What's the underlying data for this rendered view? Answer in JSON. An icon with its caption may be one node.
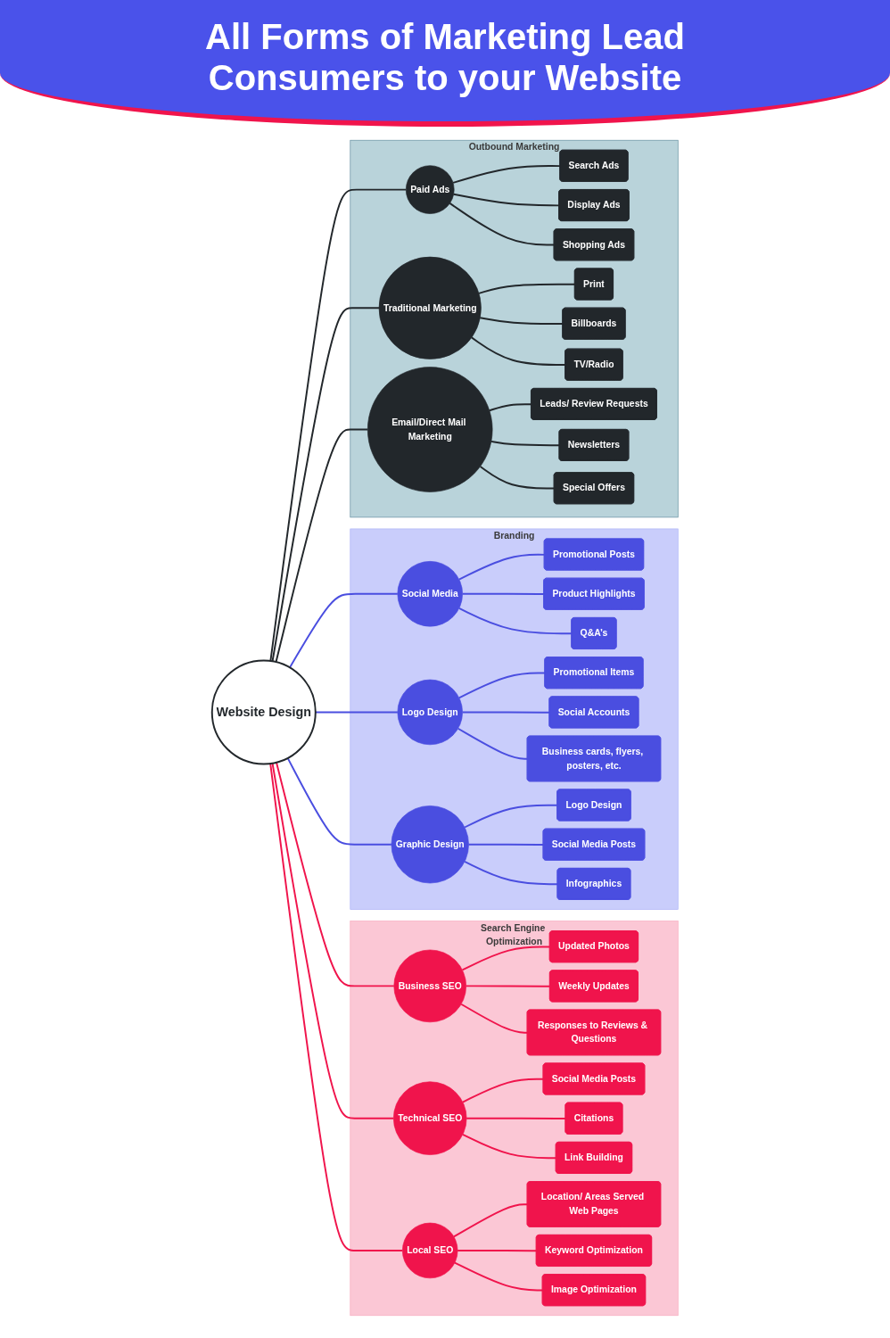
{
  "diagram": {
    "title": "All Forms of Marketing Lead Consumers to your Website",
    "nodes": [
      {
        "text": [
          "Website Design"
        ]
      },
      {
        "text": [
          "Search Engine Optimization"
        ]
      },
      {
        "text": [
          "Business SEO"
        ],
        "in": 1
      },
      {
        "text": [
          "Updated Photos"
        ],
        "in": 1
      },
      {
        "text": [
          "Weekly Updates"
        ],
        "in": 1
      },
      {
        "text": [
          "Responses to Reviews & Questions"
        ],
        "in": 1
      },
      {
        "text": [
          "Technical SEO"
        ],
        "in": 1
      },
      {
        "text": [
          "Social Media Posts"
        ],
        "in": 1
      },
      {
        "text": [
          "Citations"
        ],
        "in": 1
      },
      {
        "text": [
          "Link Building"
        ],
        "in": 1
      },
      {
        "text": [
          "Local SEO"
        ],
        "in": 1
      },
      {
        "text": [
          "Location/ Areas Served Web Pages"
        ],
        "in": 1
      },
      {
        "text": [
          "Keyword Optimization"
        ],
        "in": 1
      },
      {
        "text": [
          "Image Optimization"
        ],
        "in": 1
      },
      {
        "text": [
          "Branding"
        ]
      },
      {
        "text": [
          "Social Media"
        ],
        "in": 14
      },
      {
        "text": [
          "Promotional Posts"
        ],
        "in": 14
      },
      {
        "text": [
          "Product Highlights"
        ],
        "in": 14
      },
      {
        "text": [
          "Q&A’s"
        ],
        "in": 14
      },
      {
        "text": [
          "Logo Design"
        ],
        "in": 14
      },
      {
        "text": [
          "Promotional Items"
        ],
        "in": 14
      },
      {
        "text": [
          "Social Accounts"
        ],
        "in": 14
      },
      {
        "text": [
          "Business cards, flyers, posters, etc."
        ],
        "in": 14
      },
      {
        "text": [
          "Graphic Design"
        ],
        "in": 14
      },
      {
        "text": [
          "Logo Design"
        ],
        "in": 14
      },
      {
        "text": [
          "Social Media Posts"
        ],
        "in": 14
      },
      {
        "text": [
          "Infographics"
        ],
        "in": 14
      },
      {
        "text": [
          "Outbound Marketing"
        ]
      },
      {
        "text": [
          "Paid Ads"
        ],
        "in": 27
      },
      {
        "text": [
          "Search Ads"
        ],
        "in": 27
      },
      {
        "text": [
          "Display Ads"
        ],
        "in": 27
      },
      {
        "text": [
          "Shopping Ads"
        ],
        "in": 27
      },
      {
        "text": [
          "Traditional Marketing"
        ],
        "in": 27
      },
      {
        "text": [
          "Print"
        ],
        "in": 27
      },
      {
        "text": [
          "Billboards"
        ],
        "in": 27
      },
      {
        "text": [
          "TV/Radio"
        ],
        "in": 27
      },
      {
        "text": [
          "Email/Direct Mail Marketing"
        ],
        "in": 27
      },
      {
        "text": [
          "Leads/ Review Requests"
        ],
        "in": 27
      },
      {
        "text": [
          "Newsletters"
        ],
        "in": 27
      },
      {
        "text": [
          "Special Offers"
        ],
        "in": 27
      }
    ],
    "edges": [
      {
        "from": 0,
        "to": 2,
        "arrow": "none",
        "color": "#f0144c"
      },
      {
        "from": 2,
        "to": 3,
        "arrow": "none",
        "color": "#f0144c"
      },
      {
        "from": 2,
        "to": 4,
        "arrow": "none",
        "color": "#f0144c"
      },
      {
        "from": 2,
        "to": 5,
        "arrow": "none",
        "color": "#f0144c"
      },
      {
        "from": 0,
        "to": 6,
        "arrow": "none",
        "color": "#f0144c"
      },
      {
        "from": 6,
        "to": 7,
        "arrow": "none",
        "color": "#f0144c"
      },
      {
        "from": 6,
        "to": 8,
        "arrow": "none",
        "color": "#f0144c"
      },
      {
        "from": 6,
        "to": 9,
        "arrow": "none",
        "color": "#f0144c"
      },
      {
        "from": 0,
        "to": 10,
        "arrow": "none",
        "color": "#f0144c"
      },
      {
        "from": 10,
        "to": 11,
        "arrow": "none",
        "color": "#f0144c"
      },
      {
        "from": 10,
        "to": 12,
        "arrow": "none",
        "color": "#f0144c"
      },
      {
        "from": 10,
        "to": 13,
        "arrow": "none",
        "color": "#f0144c"
      },
      {
        "from": 0,
        "to": 15,
        "arrow": "none",
        "color": "#4a4ee0"
      },
      {
        "from": 15,
        "to": 16,
        "arrow": "none",
        "color": "#4a4ee0"
      },
      {
        "from": 15,
        "to": 17,
        "arrow": "none",
        "color": "#4a4ee0"
      },
      {
        "from": 15,
        "to": 18,
        "arrow": "none",
        "color": "#4a4ee0"
      },
      {
        "from": 0,
        "to": 19,
        "arrow": "none",
        "color": "#4a4ee0"
      },
      {
        "from": 19,
        "to": 20,
        "arrow": "none",
        "color": "#4a4ee0"
      },
      {
        "from": 19,
        "to": 21,
        "arrow": "none",
        "color": "#4a4ee0"
      },
      {
        "from": 19,
        "to": 22,
        "arrow": "none",
        "color": "#4a4ee0"
      },
      {
        "from": 0,
        "to": 23,
        "arrow": "none",
        "color": "#4a4ee0"
      },
      {
        "from": 23,
        "to": 24,
        "arrow": "none",
        "color": "#4a4ee0"
      },
      {
        "from": 23,
        "to": 25,
        "arrow": "none",
        "color": "#4a4ee0"
      },
      {
        "from": 23,
        "to": 26,
        "arrow": "none",
        "color": "#4a4ee0"
      },
      {
        "from": 0,
        "to": 28,
        "arrow": "none",
        "color": "#22272b"
      },
      {
        "from": 28,
        "to": 29,
        "arrow": "none",
        "color": "#22272b"
      },
      {
        "from": 28,
        "to": 30,
        "arrow": "none",
        "color": "#22272b"
      },
      {
        "from": 28,
        "to": 31,
        "arrow": "none",
        "color": "#22272b"
      },
      {
        "from": 0,
        "to": 32,
        "arrow": "none",
        "color": "#22272b"
      },
      {
        "from": 32,
        "to": 33,
        "arrow": "none",
        "color": "#22272b"
      },
      {
        "from": 32,
        "to": 34,
        "arrow": "none",
        "color": "#22272b"
      },
      {
        "from": 32,
        "to": 35,
        "arrow": "none",
        "color": "#22272b"
      },
      {
        "from": 0,
        "to": 36,
        "arrow": "none",
        "color": "#22272b"
      },
      {
        "from": 36,
        "to": 37,
        "arrow": "none",
        "color": "#22272b"
      },
      {
        "from": 36,
        "to": 38,
        "arrow": "none",
        "color": "#22272b"
      },
      {
        "from": 36,
        "to": 39,
        "arrow": "none",
        "color": "#22272b"
      }
    ]
  }
}
